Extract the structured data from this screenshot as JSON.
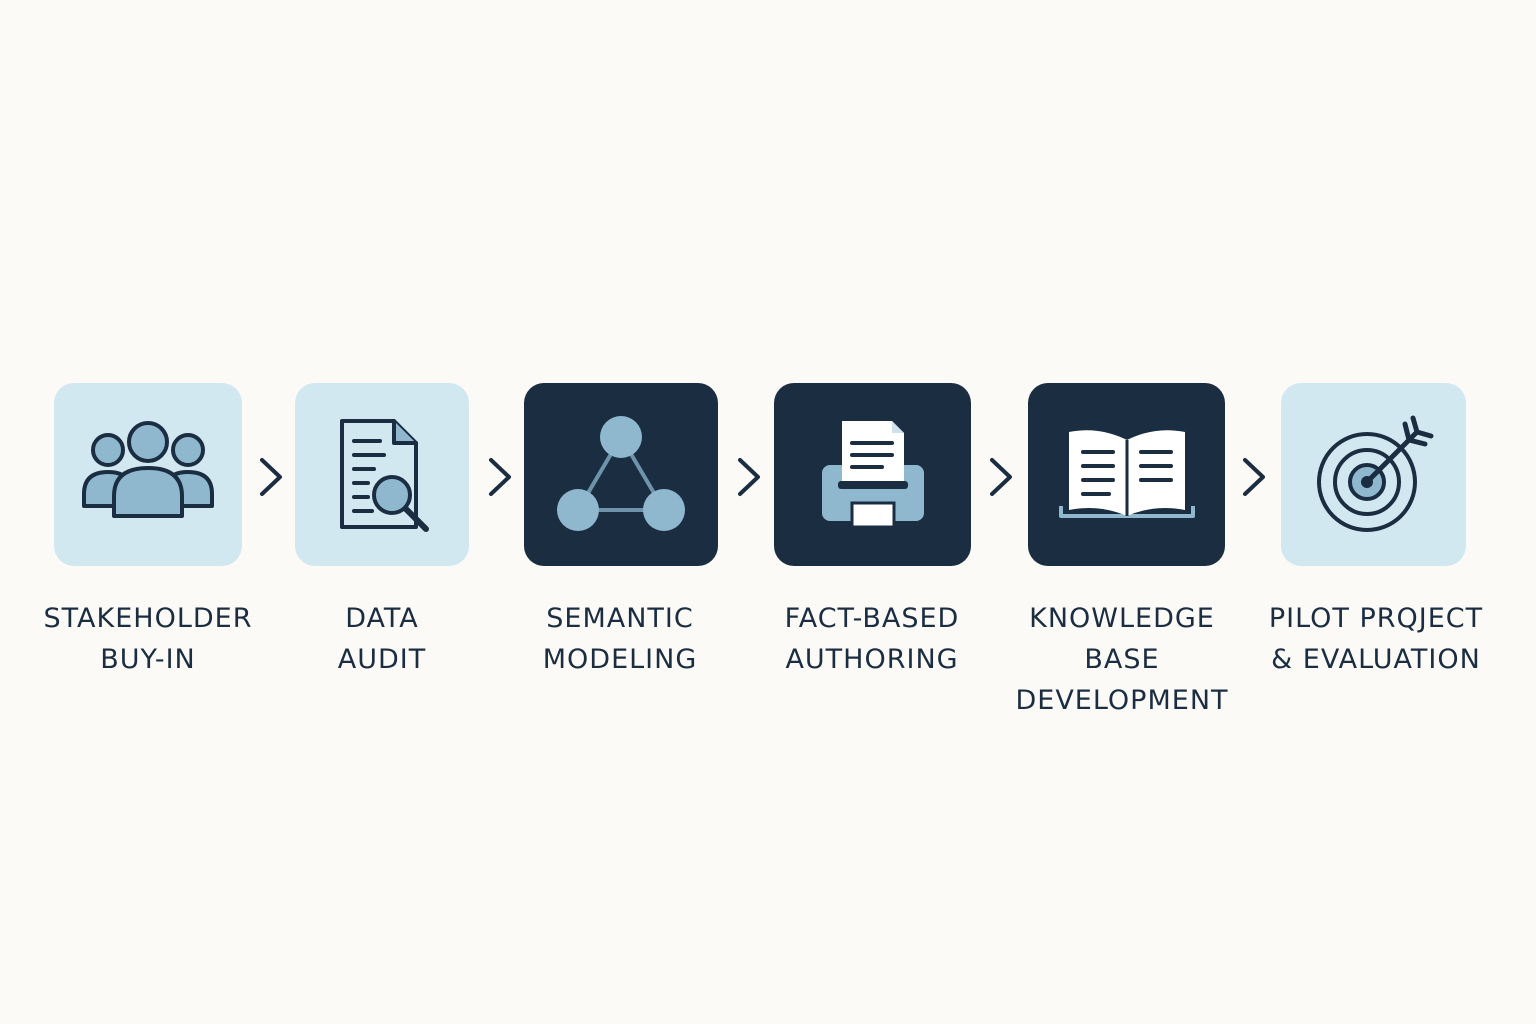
{
  "colors": {
    "background": "#fbfaf7",
    "tile_light": "#d2e8f1",
    "tile_dark": "#1b2d40",
    "icon_fill": "#8fb8cf",
    "ink": "#1b2d40"
  },
  "steps": [
    {
      "lines": [
        "STAKEHOLDER",
        "BUY-IN"
      ],
      "icon": "people-group-icon",
      "style": "light"
    },
    {
      "lines": [
        "DATA",
        "AUDIT"
      ],
      "icon": "document-search-icon",
      "style": "light"
    },
    {
      "lines": [
        "SEMANTIC",
        "MODELING"
      ],
      "icon": "network-triangle-icon",
      "style": "dark"
    },
    {
      "lines": [
        "FACT-BASED",
        "AUTHORING"
      ],
      "icon": "printer-icon",
      "style": "dark"
    },
    {
      "lines": [
        "KNOWLEDGE",
        "BASE",
        "DEVELOPMENT"
      ],
      "icon": "open-book-icon",
      "style": "dark"
    },
    {
      "lines": [
        "PILOT PRQJECT",
        "& EVALUATION"
      ],
      "icon": "target-arrow-icon",
      "style": "light"
    }
  ],
  "connector_icon": "chevron-right-icon"
}
